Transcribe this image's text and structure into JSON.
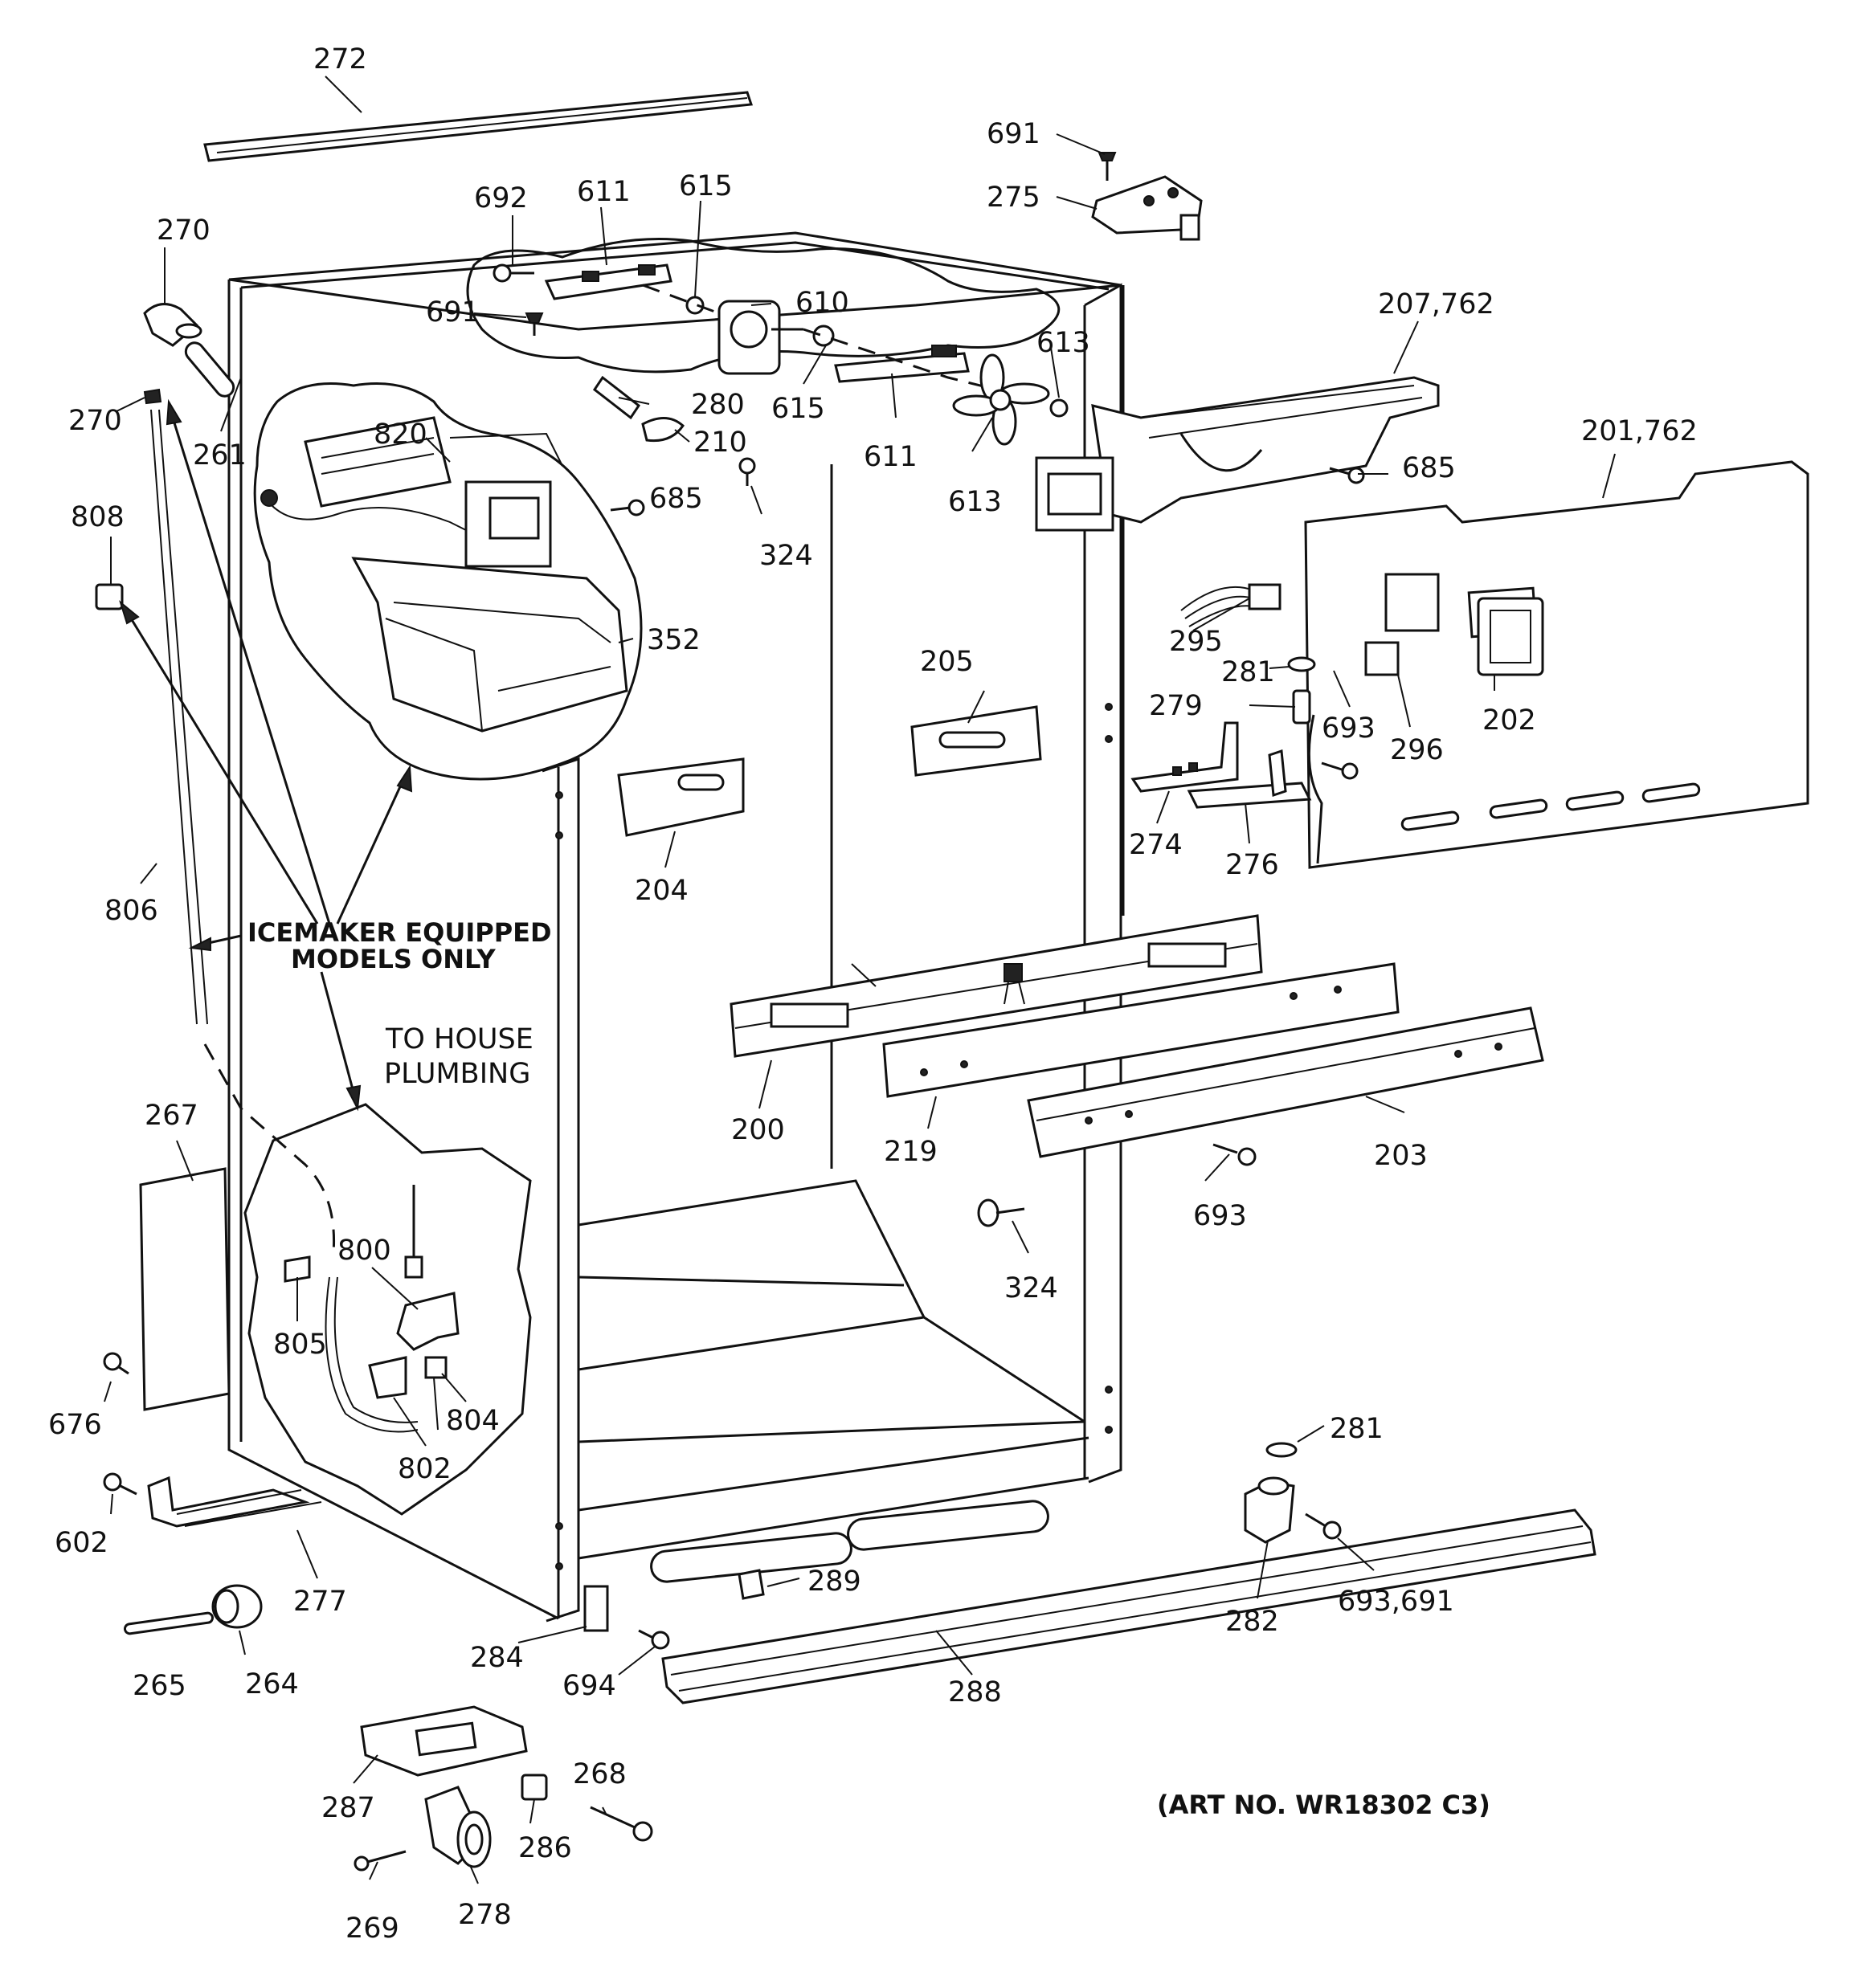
{
  "labels": {
    "p272": "272",
    "p691a": "691",
    "p275": "275",
    "p692": "692",
    "p611a": "611",
    "p615a": "615",
    "p270a": "270",
    "p691b": "691",
    "p610": "610",
    "p207_762": "207,762",
    "p613a": "613",
    "p280": "280",
    "p615b": "615",
    "p611b": "611",
    "p270b": "270",
    "p261": "261",
    "p820": "820",
    "p210": "210",
    "p613b": "613",
    "p685a": "685",
    "p201_762": "201,762",
    "p685b": "685",
    "p808": "808",
    "p324a": "324",
    "p295": "295",
    "p352": "352",
    "p281a": "281",
    "p205": "205",
    "p279": "279",
    "p693a": "693",
    "p296": "296",
    "p202": "202",
    "p274": "274",
    "p276": "276",
    "p204": "204",
    "p806": "806",
    "p200": "200",
    "p219": "219",
    "p203": "203",
    "p267": "267",
    "p693b": "693",
    "p800": "800",
    "p324b": "324",
    "p805": "805",
    "p804": "804",
    "p676": "676",
    "p802": "802",
    "p281b": "281",
    "p602": "602",
    "p277": "277",
    "p289": "289",
    "p282": "282",
    "p693_691": "693,691",
    "p265": "265",
    "p264": "264",
    "p284": "284",
    "p694": "694",
    "p288": "288",
    "p268": "268",
    "p287": "287",
    "p286": "286",
    "p269": "269",
    "p278": "278"
  },
  "notes": {
    "icemaker_line1": "ICEMAKER EQUIPPED",
    "icemaker_line2": "MODELS ONLY",
    "house_line1": "TO HOUSE",
    "house_line2": "PLUMBING",
    "art_no": "(ART NO. WR18302 C3)"
  }
}
